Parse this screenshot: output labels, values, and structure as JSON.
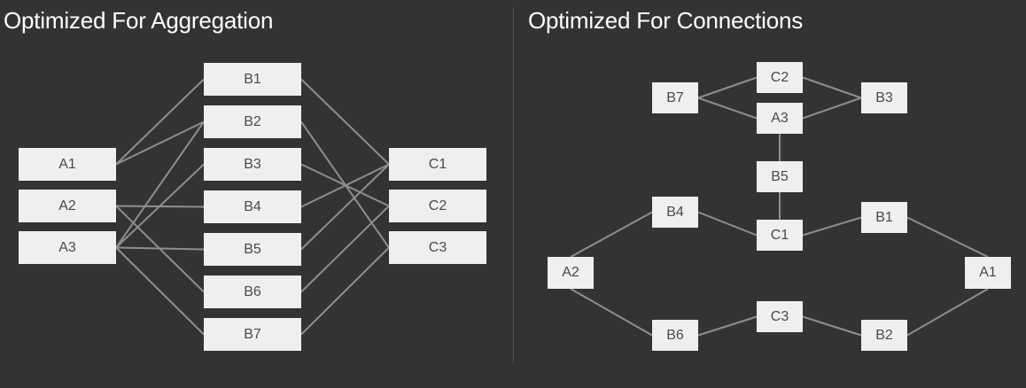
{
  "titles": {
    "left": "Optimized For Aggregation",
    "right": "Optimized For Connections"
  },
  "colors": {
    "background": "#333333",
    "node_fill": "#efefef",
    "node_text": "#4a4a4a",
    "edge": "#8e8e8e",
    "title": "#ffffff"
  },
  "left_diagram": {
    "nodes": {
      "a1": "A1",
      "a2": "A2",
      "a3": "A3",
      "b1": "B1",
      "b2": "B2",
      "b3": "B3",
      "b4": "B4",
      "b5": "B5",
      "b6": "B6",
      "b7": "B7",
      "c1": "C1",
      "c2": "C2",
      "c3": "C3"
    },
    "edges": [
      [
        "a1",
        "b1"
      ],
      [
        "a1",
        "b2"
      ],
      [
        "a2",
        "b4"
      ],
      [
        "a2",
        "b6"
      ],
      [
        "a3",
        "b2"
      ],
      [
        "a3",
        "b3"
      ],
      [
        "a3",
        "b5"
      ],
      [
        "a3",
        "b7"
      ],
      [
        "b1",
        "c1"
      ],
      [
        "b2",
        "c3"
      ],
      [
        "b3",
        "c2"
      ],
      [
        "b4",
        "c1"
      ],
      [
        "b5",
        "c1"
      ],
      [
        "b6",
        "c2"
      ],
      [
        "b7",
        "c3"
      ]
    ]
  },
  "right_diagram": {
    "nodes": {
      "b7": "B7",
      "c2": "C2",
      "a3": "A3",
      "b3": "B3",
      "b5": "B5",
      "b4": "B4",
      "c1": "C1",
      "b1": "B1",
      "a2": "A2",
      "a1": "A1",
      "b6": "B6",
      "c3": "C3",
      "b2": "B2"
    },
    "edges": [
      [
        "b7",
        "c2"
      ],
      [
        "b7",
        "a3"
      ],
      [
        "c2",
        "b3"
      ],
      [
        "a3",
        "b3"
      ],
      [
        "a3",
        "b5"
      ],
      [
        "b5",
        "c1"
      ],
      [
        "b4",
        "c1"
      ],
      [
        "c1",
        "b1"
      ],
      [
        "a2",
        "b4"
      ],
      [
        "b1",
        "a1"
      ],
      [
        "a2",
        "b6"
      ],
      [
        "b6",
        "c3"
      ],
      [
        "c3",
        "b2"
      ],
      [
        "b2",
        "a1"
      ]
    ]
  }
}
